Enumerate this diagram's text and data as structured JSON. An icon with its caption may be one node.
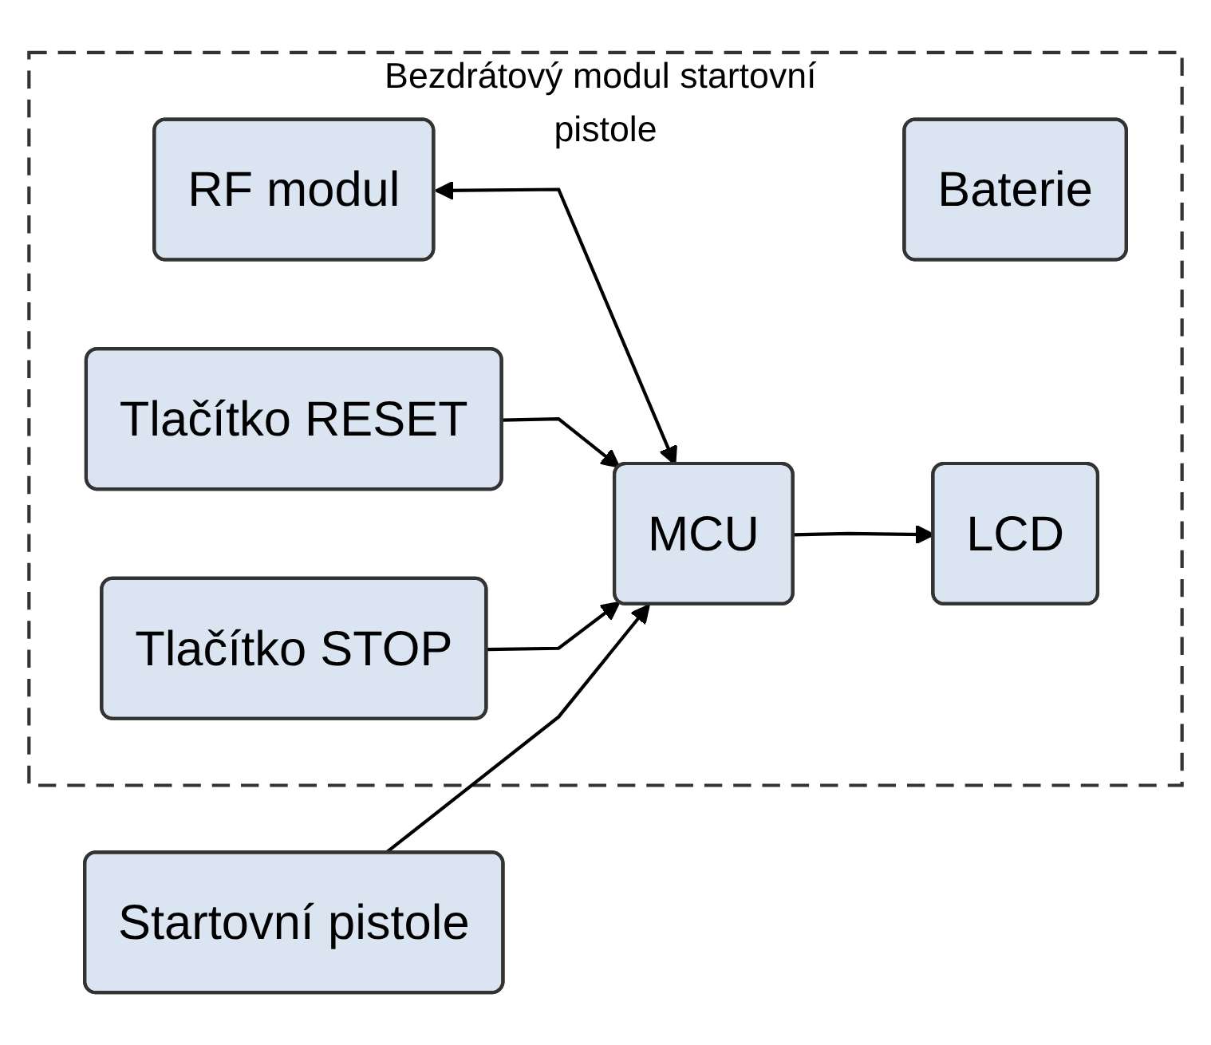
{
  "diagram": {
    "nodes": [
      {
        "text": [
          "Bezdrátový modul startovní pistole"
        ]
      },
      {
        "text": [
          "RF modul"
        ],
        "in": 0
      },
      {
        "text": [
          "Baterie"
        ],
        "in": 0
      },
      {
        "text": [
          "Startovní pistole"
        ]
      },
      {
        "text": [
          "MCU"
        ],
        "in": 0
      },
      {
        "text": [
          "Tlačítko RESET"
        ],
        "in": 0
      },
      {
        "text": [
          "LCD"
        ],
        "in": 0
      },
      {
        "text": [
          "Tlačítko STOP"
        ],
        "in": 0
      }
    ],
    "edges": [
      {
        "from": 1,
        "to": 4,
        "arrow": "both"
      },
      {
        "from": 3,
        "to": 4,
        "arrow": "to"
      },
      {
        "from": 5,
        "to": 4,
        "arrow": "to"
      },
      {
        "from": 4,
        "to": 6,
        "arrow": "to"
      },
      {
        "from": 7,
        "to": 4,
        "arrow": "to"
      }
    ]
  }
}
